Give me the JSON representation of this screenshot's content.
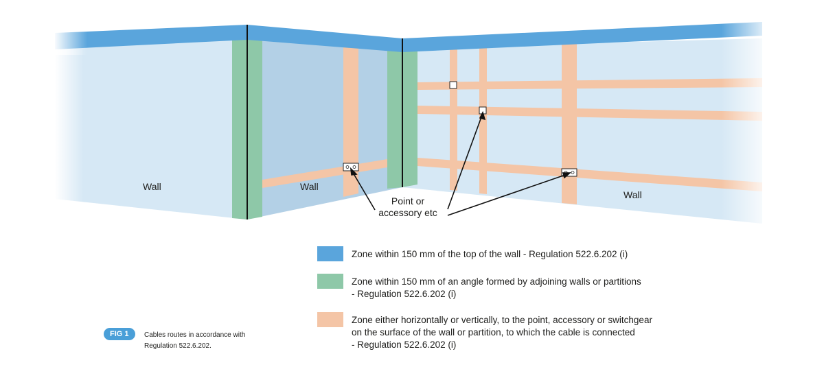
{
  "walls": {
    "left_label": "Wall",
    "middle_label": "Wall",
    "right_label": "Wall"
  },
  "callout": {
    "line1": "Point or",
    "line2": "accessory etc"
  },
  "legend": [
    {
      "color": "#5aa5dc",
      "lines": [
        "Zone within 150 mm of the top of the wall - Regulation 522.6.202 (i)"
      ]
    },
    {
      "color": "#8ec8a8",
      "lines": [
        "Zone within 150 mm of an angle formed by adjoining walls or partitions",
        "- Regulation 522.6.202 (i)"
      ]
    },
    {
      "color": "#f4c5a6",
      "lines": [
        "Zone either horizontally or vertically, to the point, accessory or switchgear",
        "on the surface of the wall or partition, to which the cable is connected",
        "- Regulation 522.6.202 (i)"
      ]
    }
  ],
  "figure": {
    "badge": "FIG 1",
    "caption_line1": "Cables routes in accordance with",
    "caption_line2": "Regulation 522.6.202."
  },
  "colors": {
    "top_zone": "#5aa5dc",
    "corner_zone": "#8ec8a8",
    "route_zone": "#f4c5a6",
    "wall_light": "#d6e8f5",
    "wall_mid": "#b3d0e6"
  }
}
